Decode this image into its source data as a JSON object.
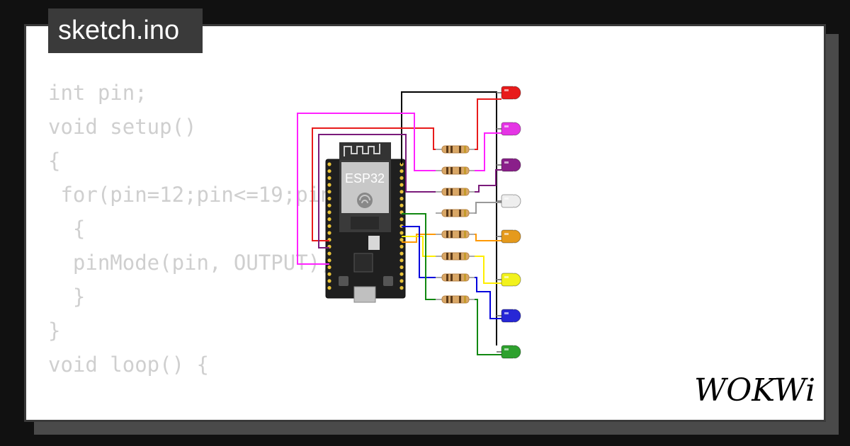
{
  "tab": {
    "title": "sketch.ino"
  },
  "code": {
    "lines": [
      "int pin;",
      "",
      "void setup()",
      "{",
      " for(pin=12;pin<=19;pin++)",
      "  {",
      "  pinMode(pin, OUTPUT);",
      "  }",
      "}",
      "",
      "void loop() {"
    ]
  },
  "board": {
    "label": "ESP32"
  },
  "leds": {
    "colors": [
      "#e81b1b",
      "#e535e5",
      "#8a1f8a",
      "#eeeeee",
      "#e59a1c",
      "#f2f21c",
      "#2727d6",
      "#2ea12e"
    ]
  },
  "wires": {
    "colors": [
      "#e81b1b",
      "#ff22ff",
      "#7a1a7a",
      "#999999",
      "#ff9900",
      "#ffee00",
      "#0000dd",
      "#118811"
    ]
  },
  "brand": {
    "logo": "WOKWi"
  }
}
